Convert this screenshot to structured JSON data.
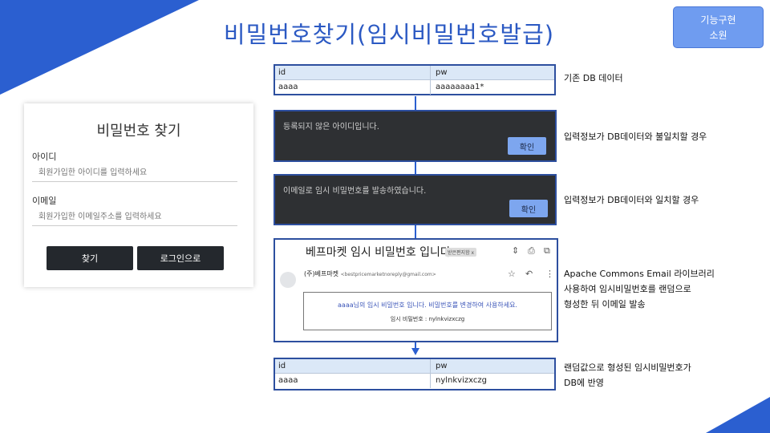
{
  "slide": {
    "title": "비밀번호찾기(임시비밀번호발급)",
    "badge_line1": "기능구현",
    "badge_line2": "소원"
  },
  "colors": {
    "accent": "#2b5fd0",
    "title": "#2b59c3",
    "badge": "#6f9cf0",
    "dialog_bg": "#2e3033"
  },
  "login": {
    "title": "비밀번호 찾기",
    "id_label": "아이디",
    "id_placeholder": "회원가입한 아이디를 입력하세요",
    "email_label": "이메일",
    "email_placeholder": "회원가입한 이메일주소를 입력하세요",
    "find_button": "찾기",
    "login_button": "로그인으로"
  },
  "table_before": {
    "headers": [
      "id",
      "pw"
    ],
    "row": [
      "aaaa",
      "aaaaaaaa1*"
    ]
  },
  "dialog_fail": {
    "message": "등록되지 않은 아이디입니다.",
    "ok": "확인"
  },
  "dialog_success": {
    "message": "이메일로 임시 비밀번호를 발송하였습니다.",
    "ok": "확인"
  },
  "email": {
    "subject": "베프마켓 임시 비밀번호 입니다.",
    "tag": "받은편지함 x",
    "sender_name": "(주)베프마켓",
    "sender_addr": "<bestpricemarketnoreply@gmail.com>",
    "body_line1": "aaaa님의 임시 비밀번호 입니다. 비밀번호를 변경하여 사용하세요.",
    "body_line2": "임시 비밀번호 : nylnkvizxczg",
    "icons": [
      "expand-icon",
      "print-icon",
      "open-new-window-icon",
      "star-icon",
      "reply-icon",
      "more-icon"
    ]
  },
  "table_after": {
    "headers": [
      "id",
      "pw"
    ],
    "row": [
      "aaaa",
      "nylnkvizxczg"
    ]
  },
  "notes": {
    "n1": "기존 DB 데이터",
    "n2": "입력정보가 DB데이터와 불일치할 경우",
    "n3": "입력정보가 DB데이터와 일치할 경우",
    "n4": "Apache Commons Email 라이브러리\n사용하여 임시비밀번호를 랜덤으로\n형성한 뒤 이메일 발송",
    "n5": "랜덤값으로 형성된 임시비밀번호가\nDB에 반영"
  }
}
